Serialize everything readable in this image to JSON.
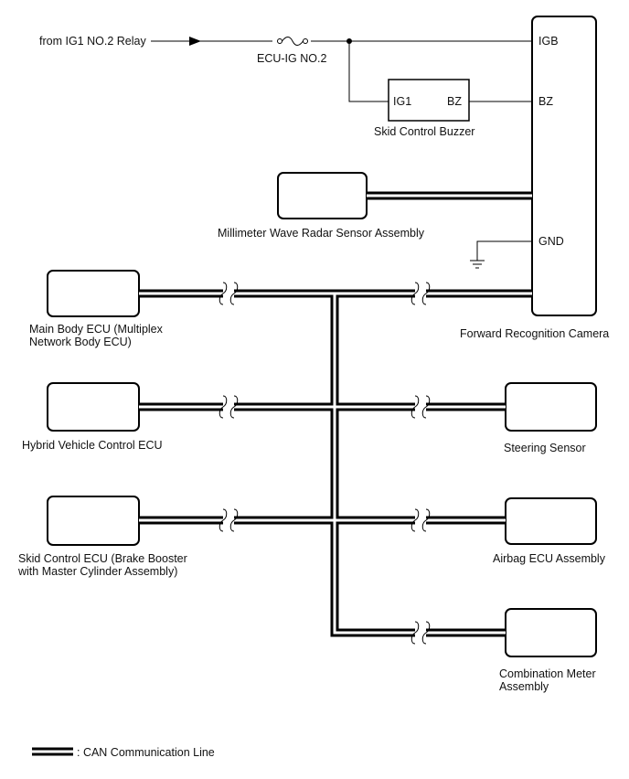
{
  "power": {
    "source_label": "from IG1 NO.2 Relay",
    "fuse_label": "ECU-IG NO.2"
  },
  "buzzer": {
    "name": "Skid Control Buzzer",
    "pin_in": "IG1",
    "pin_out": "BZ"
  },
  "camera": {
    "name": "Forward Recognition Camera",
    "pin_igb": "IGB",
    "pin_bz": "BZ",
    "pin_gnd": "GND"
  },
  "components": {
    "radar": "Millimeter Wave Radar Sensor Assembly",
    "main_body_ecu": "Main Body ECU (Multiplex\nNetwork Body ECU)",
    "hybrid_ecu": "Hybrid Vehicle Control ECU",
    "skid_ecu": "Skid Control ECU (Brake Booster\nwith Master Cylinder Assembly)",
    "steering_sensor": "Steering Sensor",
    "airbag_ecu": "Airbag ECU Assembly",
    "combination_meter": "Combination Meter\nAssembly"
  },
  "legend": {
    "can_line": ": CAN Communication Line"
  },
  "colors": {
    "line": "#000000",
    "background": "#ffffff"
  }
}
